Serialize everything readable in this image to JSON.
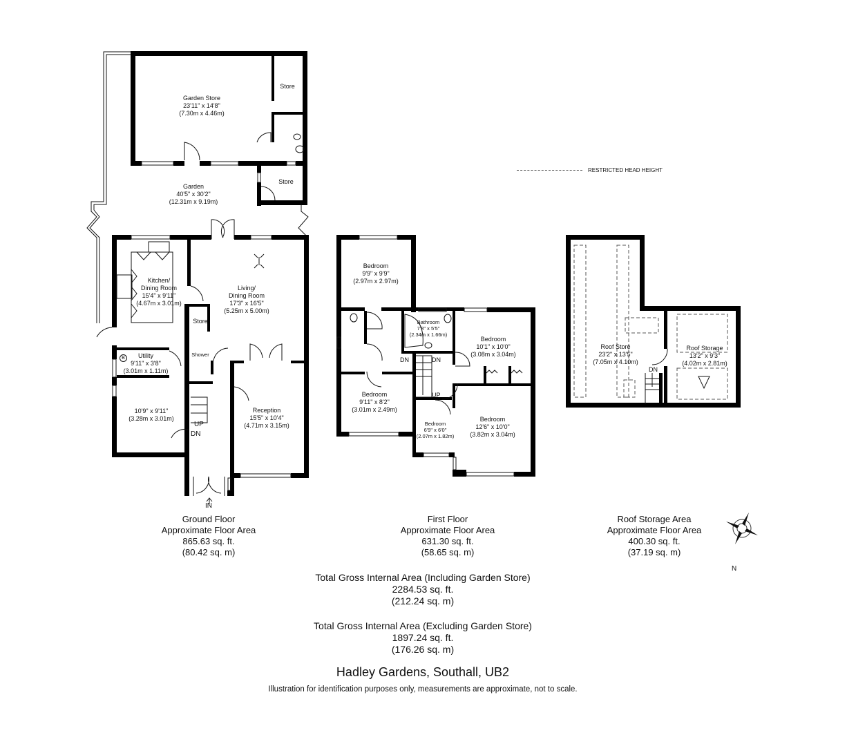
{
  "legend": {
    "restricted_head_height": "RESTRICTED HEAD HEIGHT"
  },
  "ground_floor": {
    "rooms": {
      "garden_store": {
        "name": "Garden Store",
        "imperial": "23'11\" x 14'8\"",
        "metric": "(7.30m x 4.46m)"
      },
      "store_top": {
        "name": "Store"
      },
      "store_bottom": {
        "name": "Store"
      },
      "garden": {
        "name": "Garden",
        "imperial": "40'5\" x 30'2\"",
        "metric": "(12.31m x 9.19m)"
      },
      "kitchen": {
        "name": "Kitchen/",
        "name2": "Dining Room",
        "imperial": "15'4\" x 9'11\"",
        "metric": "(4.67m x 3.01m)"
      },
      "living": {
        "name": "Living/",
        "name2": "Dining Room",
        "imperial": "17'3\" x 16'5\"",
        "metric": "(5.25m x 5.00m)"
      },
      "store_hall": {
        "name": "Store"
      },
      "shower": {
        "name": "Shower"
      },
      "utility": {
        "name": "Utility",
        "imperial": "9'11\" x 3'8\"",
        "metric": "(3.01m x 1.11m)",
        "boiler": "B"
      },
      "room": {
        "imperial": "10'9\" x 9'11\"",
        "metric": "(3.28m x 3.01m)"
      },
      "reception": {
        "name": "Reception",
        "imperial": "15'5\" x 10'4\"",
        "metric": "(4.71m x 3.15m)"
      }
    },
    "markers": {
      "up": "UP",
      "dn": "DN",
      "in": "IN"
    },
    "summary": {
      "title": "Ground Floor",
      "subtitle": "Approximate Floor Area",
      "sqft": "865.63 sq. ft.",
      "sqm": "(80.42 sq. m)"
    }
  },
  "first_floor": {
    "rooms": {
      "bedroom1": {
        "name": "Bedroom",
        "imperial": "9'9\" x 9'9\"",
        "metric": "(2.97m x 2.97m)"
      },
      "bathroom": {
        "name": "Bathroom",
        "imperial": "7'8\" x 5'5\"",
        "metric": "(2.34m x 1.66m)"
      },
      "bedroom2": {
        "name": "Bedroom",
        "imperial": "10'1\" x 10'0\"",
        "metric": "(3.08m x 3.04m)"
      },
      "bedroom3": {
        "name": "Bedroom",
        "imperial": "9'11\" x 8'2\"",
        "metric": "(3.01m x 2.49m)"
      },
      "bedroom4": {
        "name": "Bedroom",
        "imperial": "6'9\" x 6'0\"",
        "metric": "(2.07m x 1.82m)"
      },
      "bedroom5": {
        "name": "Bedroom",
        "imperial": "12'6\" x 10'0\"",
        "metric": "(3.82m x 3.04m)"
      }
    },
    "markers": {
      "dn1": "DN",
      "dn2": "DN",
      "up": "UP"
    },
    "summary": {
      "title": "First Floor",
      "subtitle": "Approximate Floor Area",
      "sqft": "631.30 sq. ft.",
      "sqm": "(58.65 sq. m)"
    }
  },
  "roof": {
    "rooms": {
      "roof_store": {
        "name": "Roof Store",
        "imperial": "23'2\" x 13'5\"",
        "metric": "(7.05m x 4.10m)"
      },
      "roof_storage": {
        "name": "Roof Storage",
        "imperial": "13'2\" x 9'3\"",
        "metric": "(4.02m x 2.81m)"
      }
    },
    "markers": {
      "dn": "DN"
    },
    "summary": {
      "title": "Roof Storage Area",
      "subtitle": "Approximate Floor Area",
      "sqft": "400.30 sq. ft.",
      "sqm": "(37.19 sq. m)"
    }
  },
  "compass": {
    "label": "N"
  },
  "totals": {
    "including": {
      "title": "Total Gross Internal Area (Including Garden Store)",
      "sqft": "2284.53 sq. ft.",
      "sqm": "(212.24 sq. m)"
    },
    "excluding": {
      "title": "Total Gross Internal Area (Excluding Garden Store)",
      "sqft": "1897.24 sq. ft.",
      "sqm": "(176.26 sq. m)"
    }
  },
  "address": "Hadley Gardens, Southall, UB2",
  "disclaimer": "Illustration for identification purposes only, measurements are approximate, not to scale."
}
